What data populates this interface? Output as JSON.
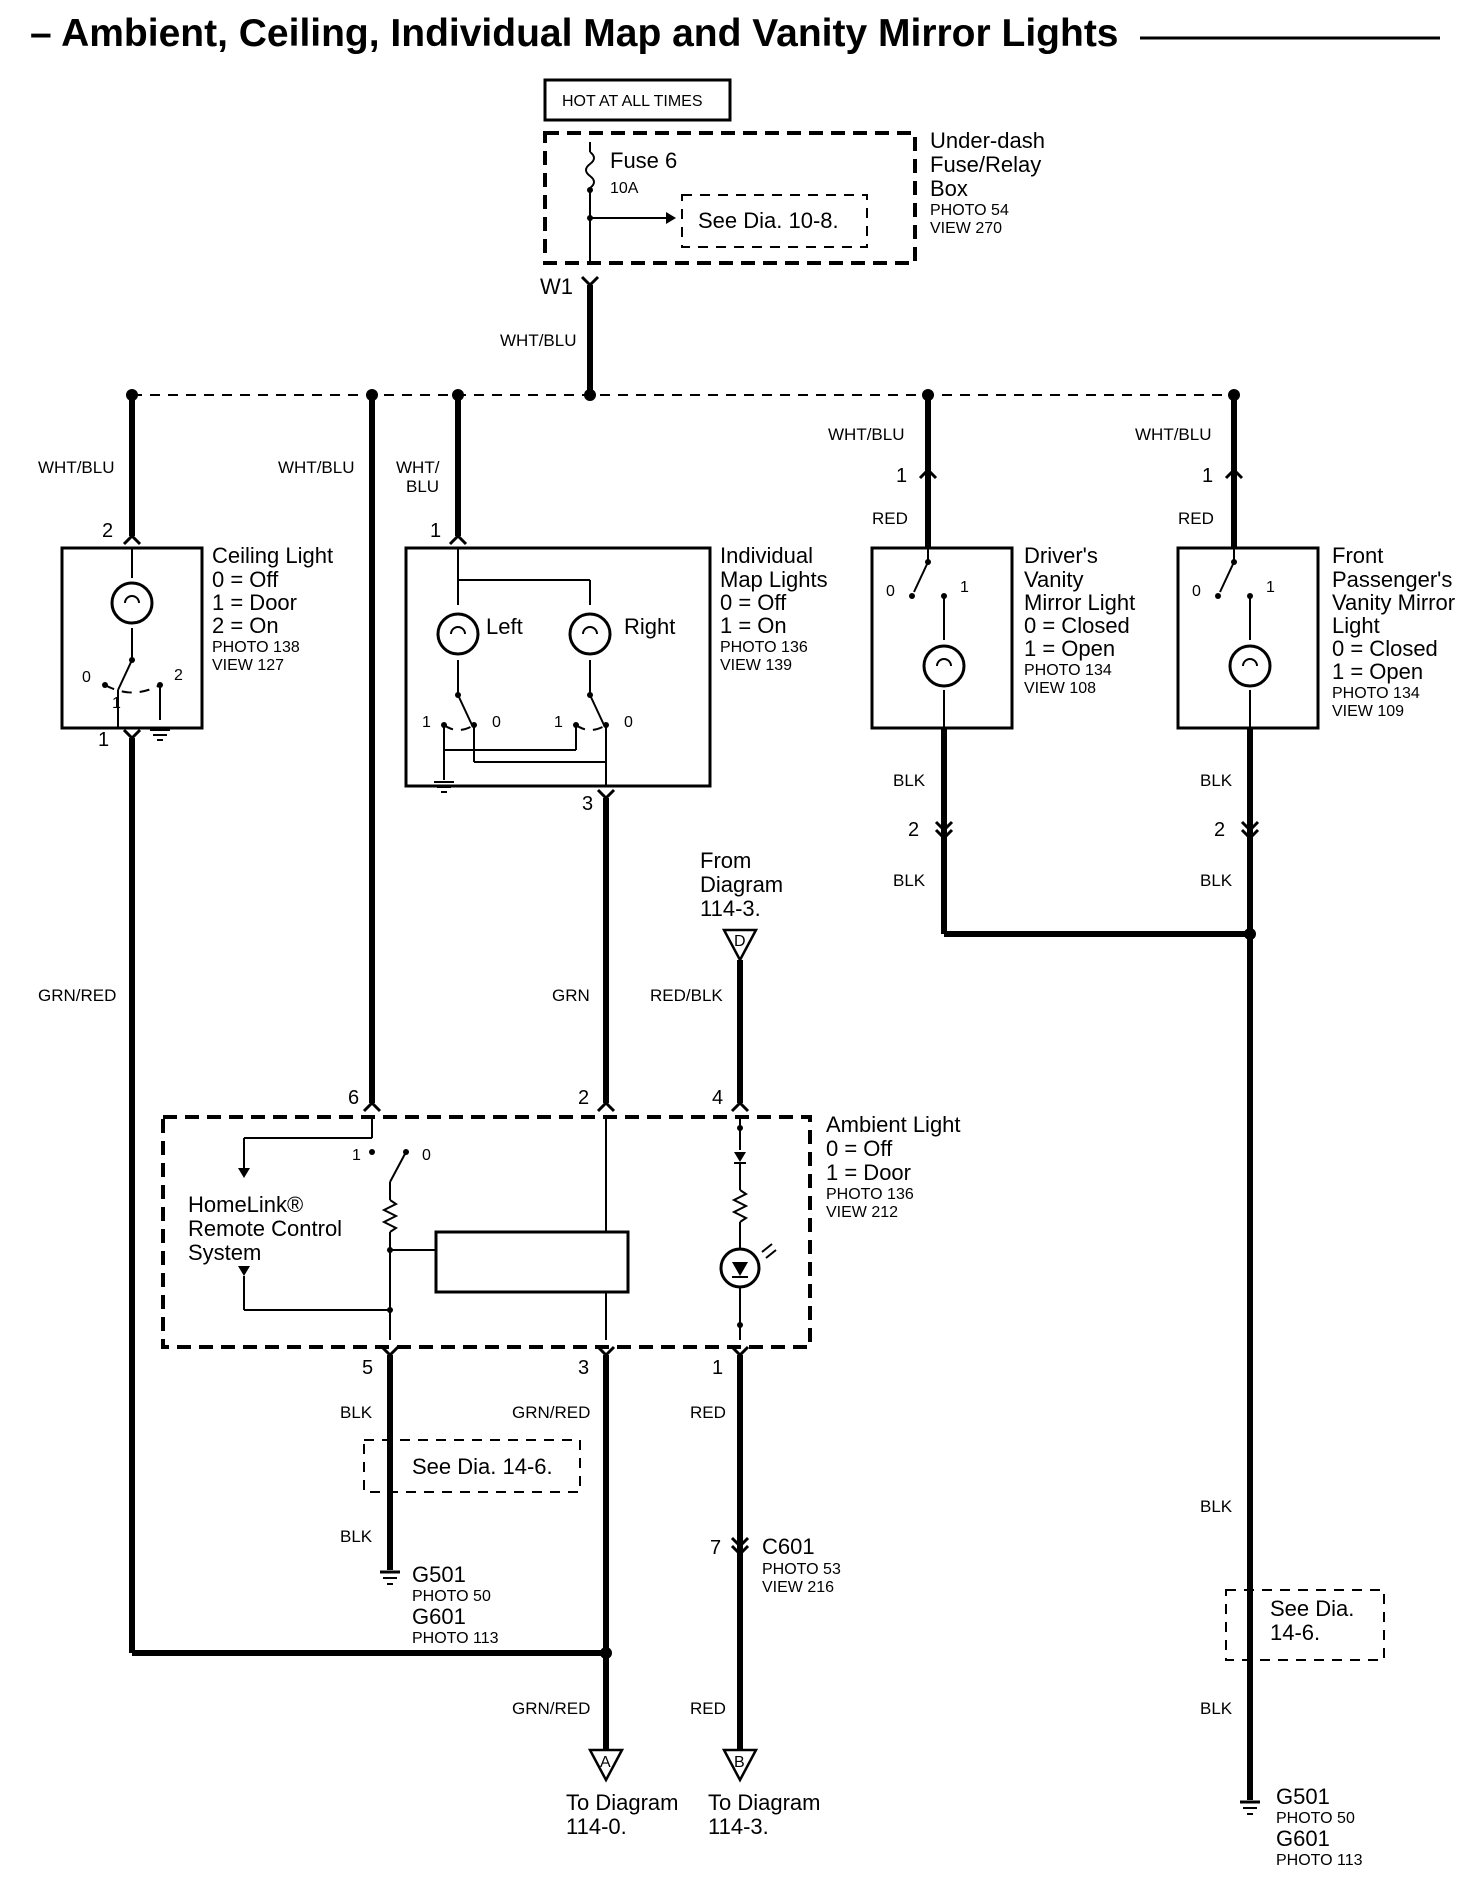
{
  "title": "– Ambient, Ceiling, Individual Map and Vanity Mirror Lights",
  "hot_label": "HOT AT ALL TIMES",
  "fuse": {
    "name": "Fuse 6",
    "rating": "10A",
    "ref": "See Dia. 10-8."
  },
  "fuse_box": {
    "line1": "Under-dash",
    "line2": "Fuse/Relay",
    "line3": "Box",
    "photo": "PHOTO 54",
    "view": "VIEW 270"
  },
  "w1": "W1",
  "wires": {
    "wht_blu": "WHT/BLU",
    "wht_split1": "WHT/",
    "wht_split2": "BLU",
    "red": "RED",
    "blk": "BLK",
    "grn_red": "GRN/RED",
    "grn": "GRN",
    "red_blk": "RED/BLK"
  },
  "ceiling": {
    "name": "Ceiling Light",
    "s0": "0 = Off",
    "s1": "1 = Door",
    "s2": "2 = On",
    "photo": "PHOTO 138",
    "view": "VIEW 127"
  },
  "map": {
    "name1": "Individual",
    "name2": "Map Lights",
    "s0": "0 = Off",
    "s1": "1 = On",
    "photo": "PHOTO 136",
    "view": "VIEW 139",
    "left": "Left",
    "right": "Right"
  },
  "driver": {
    "l1": "Driver's",
    "l2": "Vanity",
    "l3": "Mirror Light",
    "s0": "0 = Closed",
    "s1": "1 = Open",
    "photo": "PHOTO 134",
    "view": "VIEW 108"
  },
  "passenger": {
    "l1": "Front",
    "l2": "Passenger's",
    "l3": "Vanity Mirror",
    "l4": "Light",
    "s0": "0 = Closed",
    "s1": "1 = Open",
    "photo": "PHOTO 134",
    "view": "VIEW 109"
  },
  "from_diag": {
    "l1": "From",
    "l2": "Diagram",
    "l3": "114-3.",
    "letter": "D"
  },
  "ambient": {
    "name": "Ambient Light",
    "s0": "0 = Off",
    "s1": "1 = Door",
    "photo": "PHOTO 136",
    "view": "VIEW 212"
  },
  "homelink": {
    "l1": "HomeLink®",
    "l2": "Remote Control",
    "l3": "System"
  },
  "see_146": "See Dia. 14-6.",
  "see_146_a": "See Dia.",
  "see_146_b": "14-6.",
  "ground1": {
    "g1": "G501",
    "p1": "PHOTO 50",
    "g2": "G601",
    "p2": "PHOTO 113"
  },
  "ground2": {
    "g1": "G501",
    "p1": "PHOTO 50",
    "g2": "G601",
    "p2": "PHOTO 113"
  },
  "c601": {
    "name": "C601",
    "photo": "PHOTO 53",
    "view": "VIEW 216"
  },
  "to_a": {
    "letter": "A",
    "l1": "To Diagram",
    "l2": "114-0."
  },
  "to_b": {
    "letter": "B",
    "l1": "To Diagram",
    "l2": "114-3."
  },
  "pins": {
    "p0": "0",
    "p1": "1",
    "p2": "2",
    "p3": "3",
    "p4": "4",
    "p5": "5",
    "p6": "6",
    "p7": "7"
  }
}
